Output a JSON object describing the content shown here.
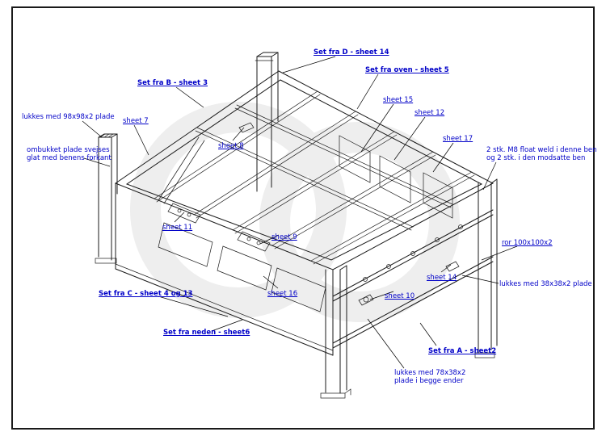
{
  "colors": {
    "label": "#0000c8",
    "line": "#1a1a1a",
    "watermark": "#eeeeee"
  },
  "labels": {
    "set_fra_d": "Set fra D - sheet 14",
    "set_fra_oven": "Set fra oven - sheet 5",
    "set_fra_b": "Set fra B - sheet 3",
    "sheet_15": "sheet 15",
    "sheet_12": "sheet 12",
    "sheet_17": "sheet 17",
    "sheet_7": "sheet 7",
    "sheet_8": "sheet 8",
    "lukkes_98": "lukkes med 98x98x2 plade",
    "ombukket": "ombukket plade svejses\nglat med benens forkant",
    "m8_note": "2 stk. M8 float weld i denne ben\nog 2 stk. i den modsatte ben",
    "sheet_11": "sheet 11",
    "sheet_9": "sheet 9",
    "ror": "ror 100x100x2",
    "sheet_14": "sheet 14",
    "sheet_10": "sheet 10",
    "lukkes_38": "lukkes med 38x38x2 plade",
    "sheet_16": "sheet 16",
    "set_fra_c": "Set fra C - sheet 4 og 13",
    "set_fra_neden": "Set fra neden - sheet6",
    "set_fra_a": "Set fra A - sheet2",
    "lukkes_78": "lukkes med 78x38x2\nplade i begge ender"
  }
}
